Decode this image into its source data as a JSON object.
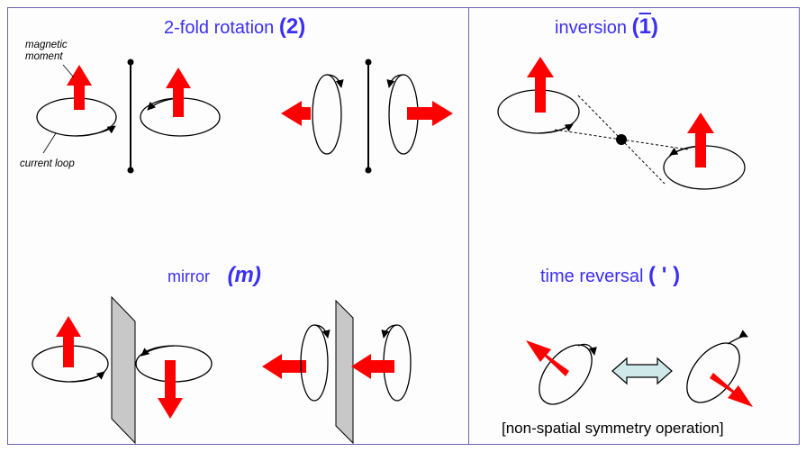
{
  "panels": {
    "rotation": {
      "title": "2-fold rotation",
      "symbol": "(2)"
    },
    "inversion": {
      "title": "inversion",
      "symbol_open": "(",
      "symbol_digit": "1",
      "symbol_close": ")"
    },
    "mirror": {
      "title": "mirror",
      "symbol": "(m)"
    },
    "time_reversal": {
      "title": "time reversal",
      "symbol": "( ' )",
      "caption": "[non-spatial symmetry operation]"
    }
  },
  "labels": {
    "magnetic_moment_line1": "magnetic",
    "magnetic_moment_line2": "moment",
    "current_loop": "current loop"
  },
  "colors": {
    "title": "#3b2ff5",
    "arrow": "#ff0000",
    "border": "#6a63b0",
    "mirror_plane": "#c8c8c8",
    "double_arrow": "#cfe8ea"
  }
}
